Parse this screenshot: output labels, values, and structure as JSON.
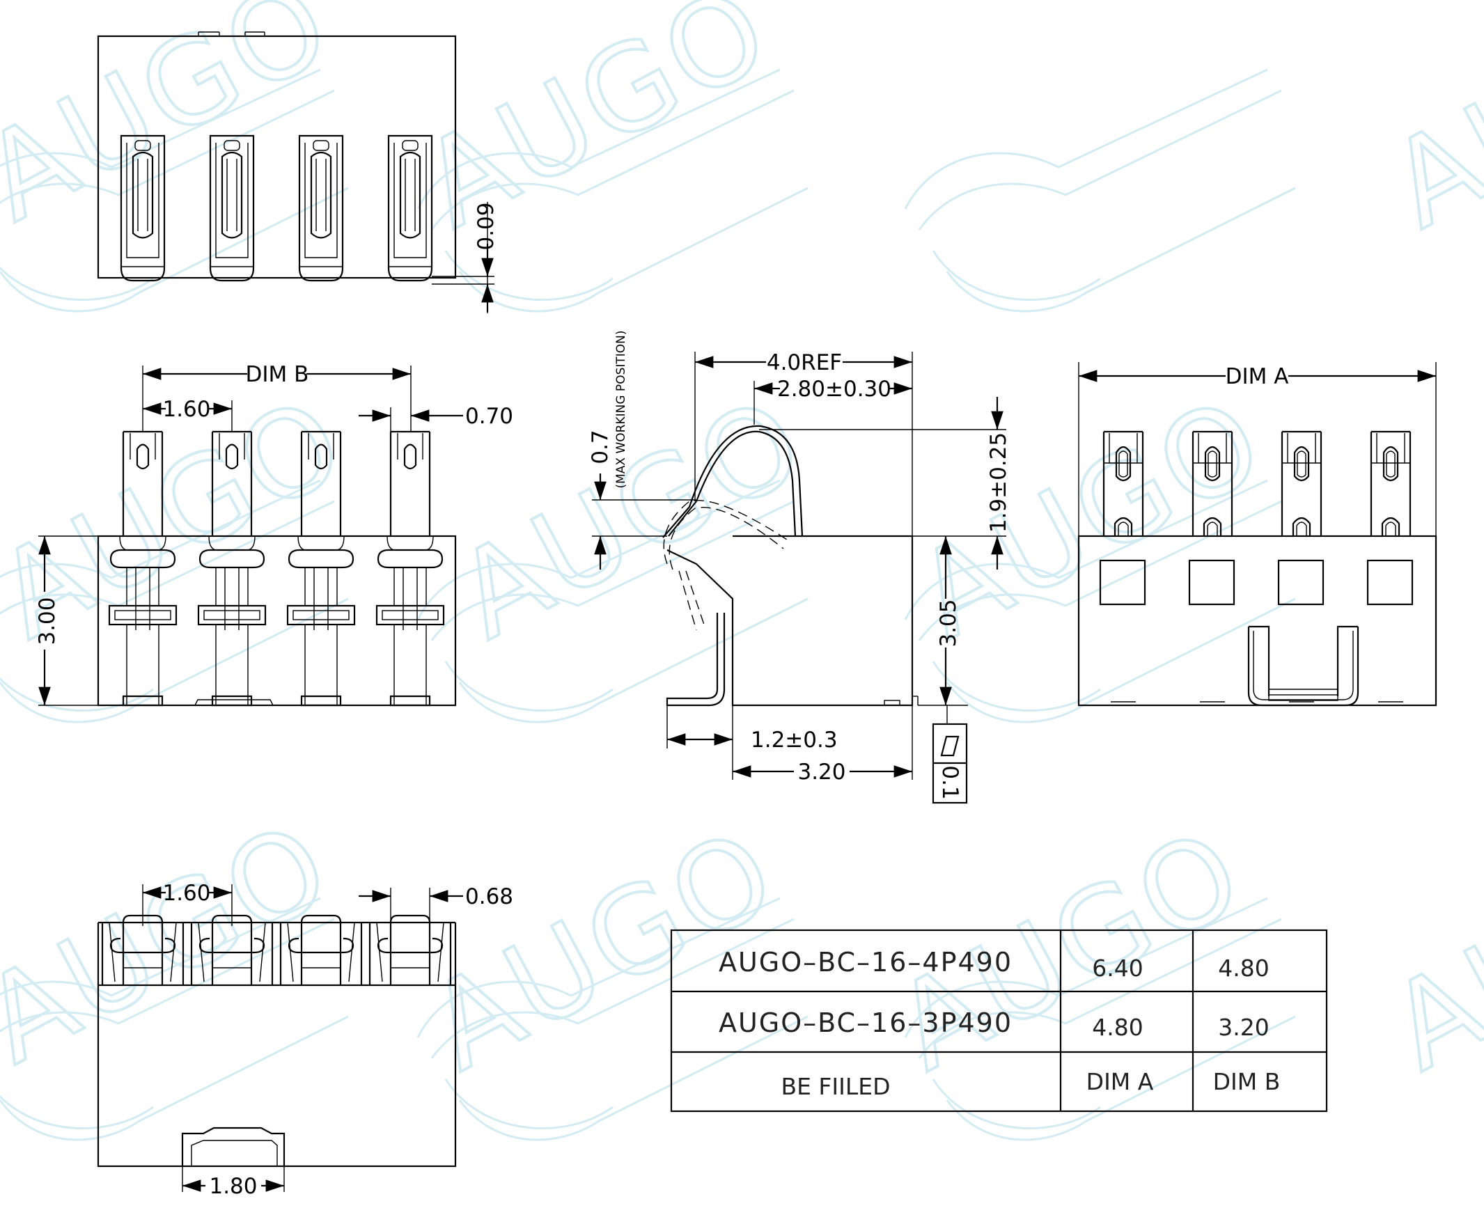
{
  "watermark": {
    "text": "AUGO",
    "color": "#d3ebf2"
  },
  "colors": {
    "line": "#000000",
    "background": "#ffffff"
  },
  "dimensions": {
    "top_view_height": "0.09",
    "front_dim_b": "DIM B",
    "front_pitch": "1.60",
    "front_contact_width": "0.70",
    "front_height": "3.00",
    "side_total_ref": "4.0REF",
    "side_contact_travel": "2.80±0.30",
    "side_max_working": "0.7",
    "side_max_working_note": "(MAX WORKING POSITION)",
    "side_contact_height": "1.9±0.25",
    "side_body_height": "3.05",
    "side_foot_length": "1.2±0.3",
    "side_body_depth": "3.20",
    "flatness_value": "0.1",
    "rear_dim_a": "DIM A",
    "bottom_pitch": "1.60",
    "bottom_pad_width": "0.68",
    "bottom_slot_width": "1.80"
  },
  "table": {
    "rows": [
      {
        "part": "AUGO–BC–16–4P490",
        "dim_a": "6.40",
        "dim_b": "4.80"
      },
      {
        "part": "AUGO–BC–16–3P490",
        "dim_a": "4.80",
        "dim_b": "3.20"
      }
    ],
    "footer": {
      "label": "BE FIILED",
      "dim_a": "DIM A",
      "dim_b": "DIM B"
    }
  }
}
